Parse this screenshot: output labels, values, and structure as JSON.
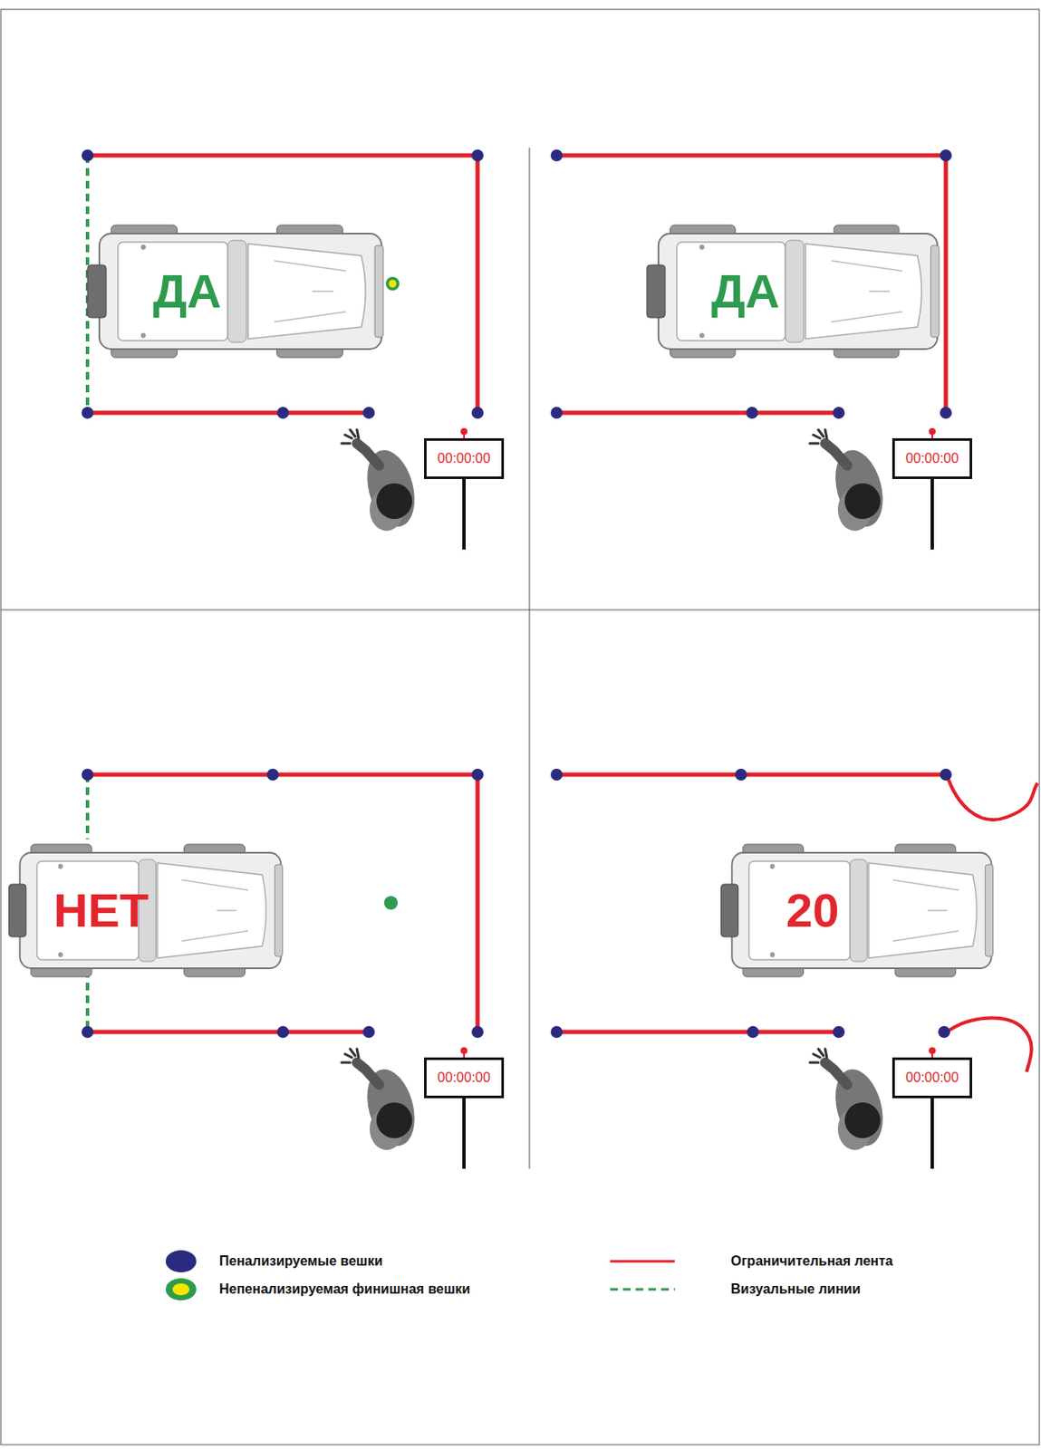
{
  "diagram": {
    "nodes": [
      {
        "text": [
          "ДА"
        ]
      },
      {
        "text": [
          "00:00:00"
        ]
      },
      {
        "text": [
          "ДА"
        ]
      },
      {
        "text": [
          "00:00:00"
        ]
      },
      {
        "text": [
          "НЕТ"
        ]
      },
      {
        "text": [
          "00:00:00"
        ]
      },
      {
        "text": [
          "20"
        ]
      },
      {
        "text": [
          "00:00:00"
        ]
      }
    ],
    "legend": [
      {
        "text": "Пенализируемые вешки",
        "color": "#2b2a7f"
      },
      {
        "text": "Непенализируемая финишная вешки"
      },
      {
        "text": "Ограничительная лента"
      },
      {
        "text": "Визуальные линии"
      }
    ]
  }
}
